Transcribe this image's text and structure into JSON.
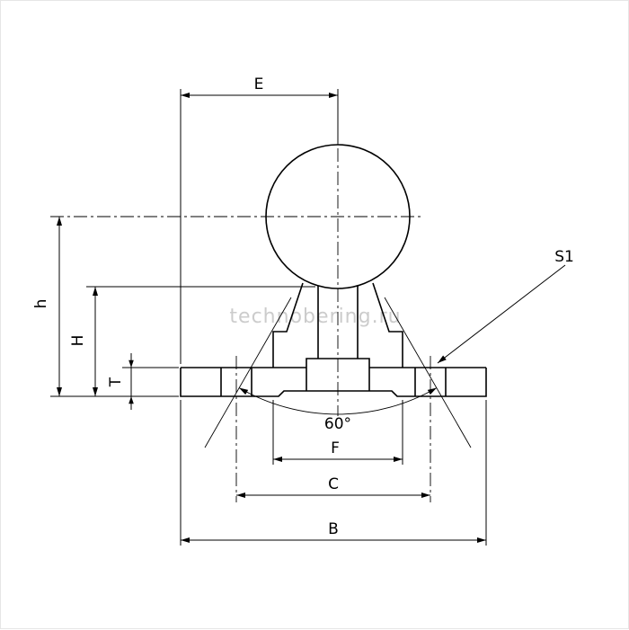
{
  "watermark": "technobering.ru",
  "labels": {
    "E": "E",
    "h": "h",
    "H": "H",
    "T": "T",
    "S1": "S1",
    "angle": "60°",
    "F": "F",
    "C": "C",
    "B": "B"
  },
  "colors": {
    "line": "#000000",
    "watermark": "#cccccc",
    "background": "#ffffff"
  }
}
